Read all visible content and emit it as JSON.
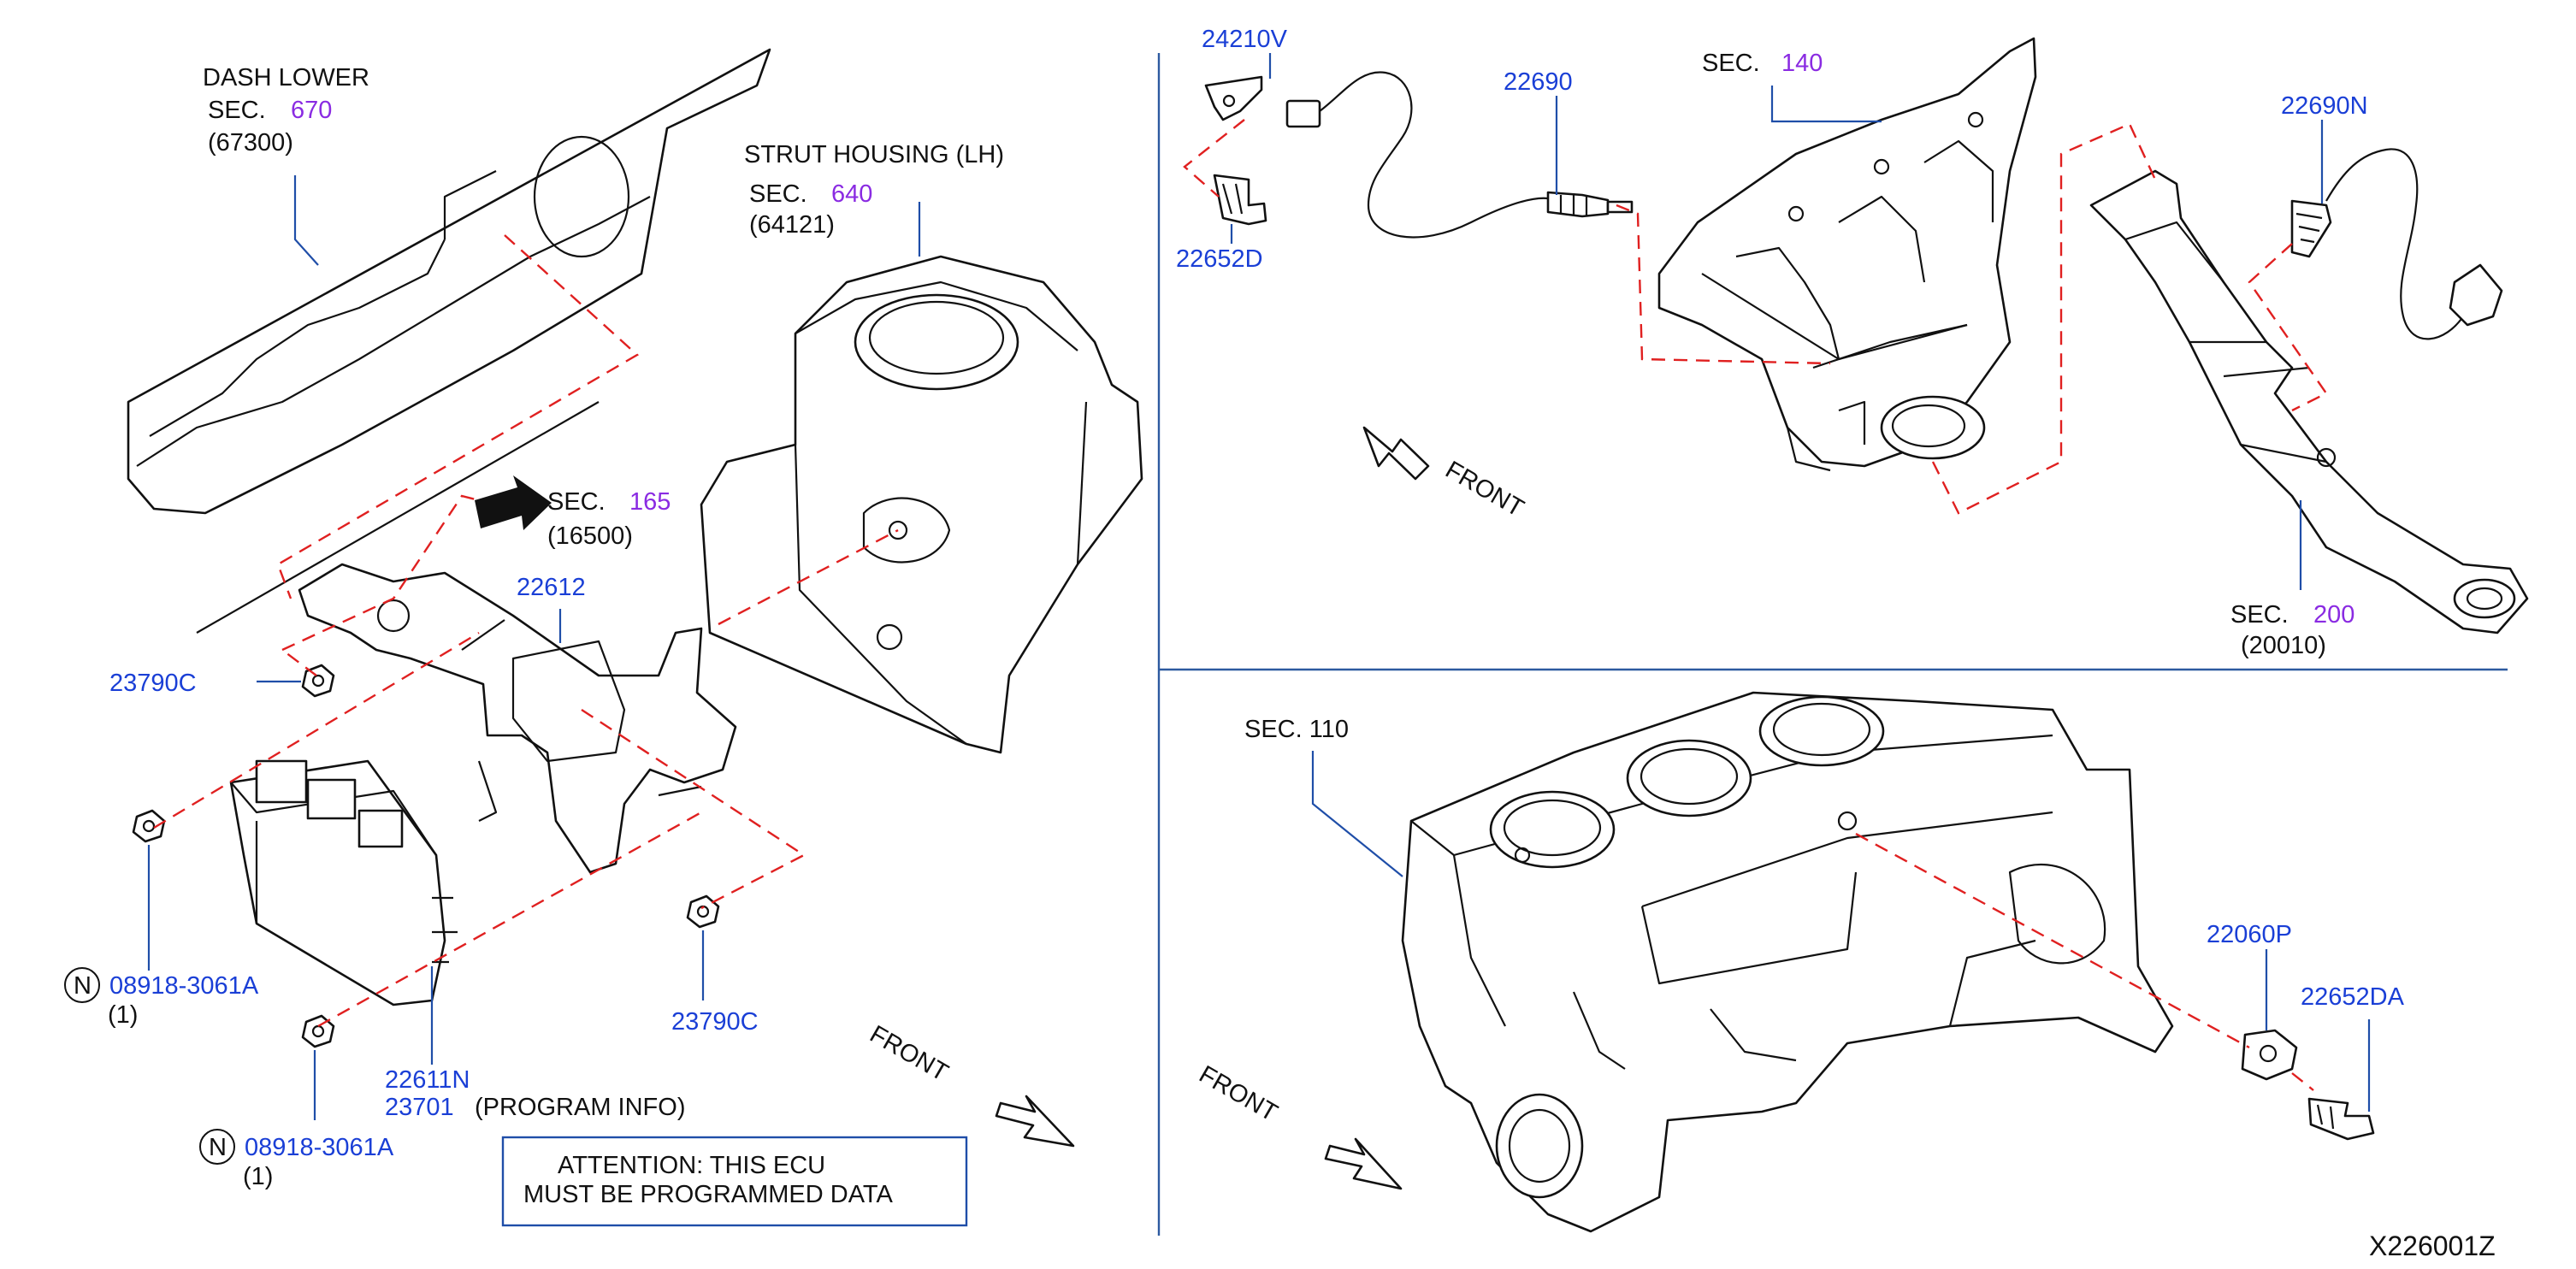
{
  "labels": {
    "dash_lower": {
      "title": "DASH   LOWER",
      "sec": "SEC.",
      "sec_num": "670",
      "code": "(67300)"
    },
    "strut_housing": {
      "title": "STRUT   HOUSING   (LH)",
      "sec": "SEC.",
      "sec_num": "640",
      "code": "(64121)"
    },
    "sec_165": {
      "sec": "SEC.",
      "sec_num": "165",
      "code": "(16500)"
    },
    "p22612": "22612",
    "p23790c_left": "23790C",
    "p23790c_right": "23790C",
    "n_nut_1": {
      "circle": "N",
      "part": "08918-3061A",
      "qty": "(1)"
    },
    "n_nut_2": {
      "circle": "N",
      "part": "08918-3061A",
      "qty": "(1)"
    },
    "p22611n": "22611N",
    "p23701": "23701",
    "program_info": "(PROGRAM   INFO)",
    "attention": {
      "line1": "ATTENTION:   THIS   ECU",
      "line2": "MUST   BE   PROGRAMMED   DATA"
    },
    "front_left": "FRONT",
    "p24210v": "24210V",
    "p22652d": "22652D",
    "p22690": "22690",
    "sec_140": {
      "sec": "SEC.",
      "sec_num": "140"
    },
    "p22690n": "22690N",
    "front_top": "FRONT",
    "sec_200": {
      "sec": "SEC.",
      "sec_num": "200",
      "code": "(20010)"
    },
    "sec_110": "SEC.   110",
    "front_bottom": "FRONT",
    "p22060p": "22060P",
    "p22652da": "22652DA",
    "diagram_id": "X226001Z"
  },
  "colors": {
    "part_number": "#1a3fd6",
    "section_number": "#8a2be2",
    "leader_line": "#1f4ea8",
    "dashed_guide": "#e02020",
    "outline": "#111111"
  }
}
